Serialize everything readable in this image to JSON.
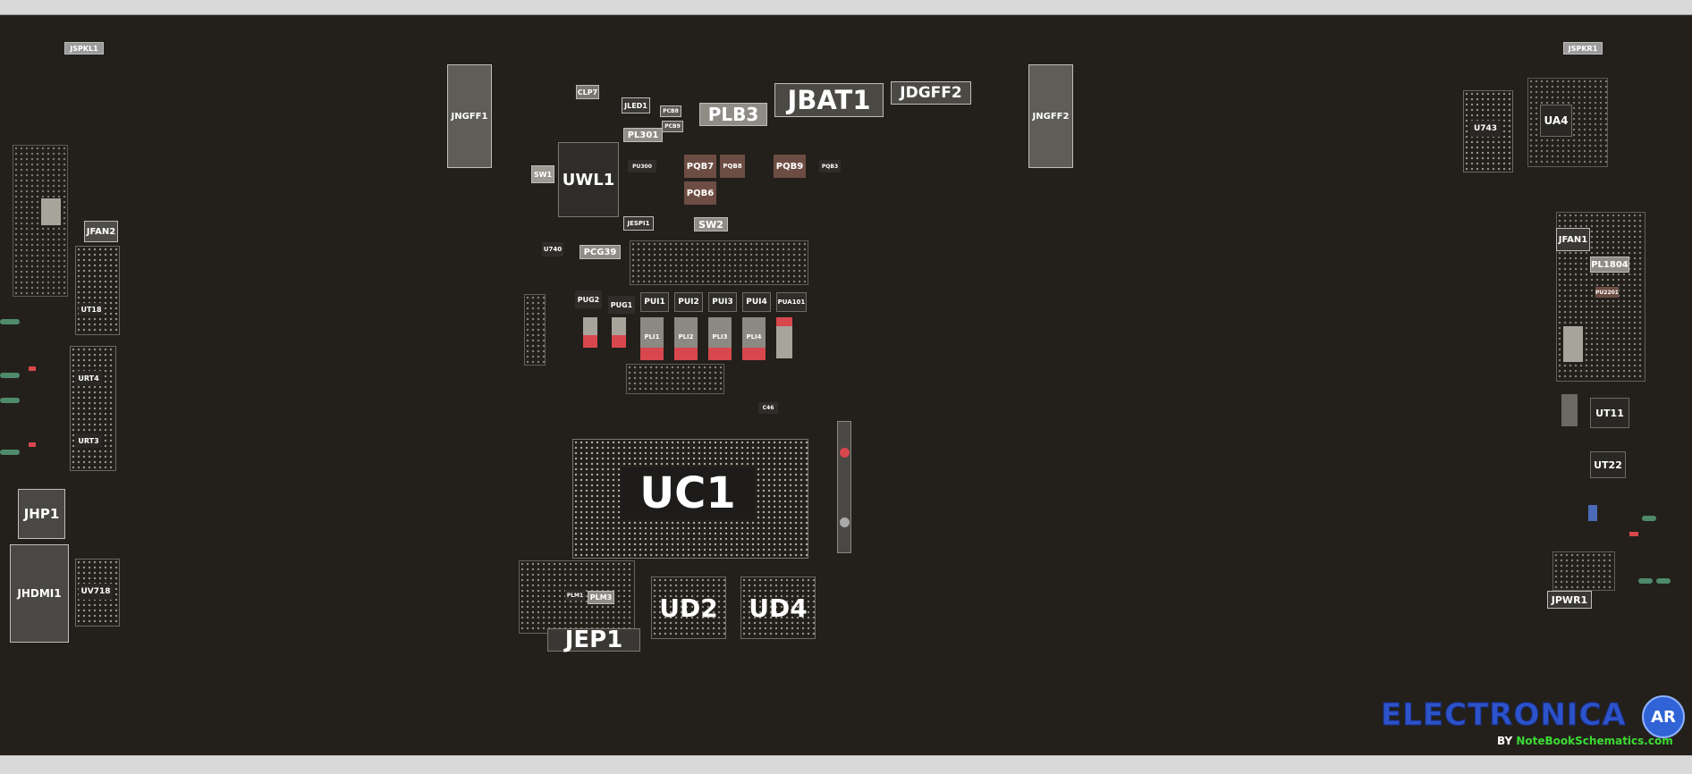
{
  "labels": {
    "JSPKL1": "JSPKL1",
    "JSPKR1": "JSPKR1",
    "JNGFF1": "JNGFF1",
    "JNGFF2": "JNGFF2",
    "CLP7": "CLP7",
    "JLED1": "JLED1",
    "PCB8": "PCB8",
    "PCB9": "PCB9",
    "PLB3": "PLB3",
    "JBAT1": "JBAT1",
    "JDGFF2": "JDGFF2",
    "PL301": "PL301",
    "SW1": "SW1",
    "UWL1": "UWL1",
    "PU300": "PU300",
    "PQB7": "PQB7",
    "PQB8": "PQB8",
    "PQB9": "PQB9",
    "PQB3": "PQB3",
    "PQB6": "PQB6",
    "JESPI1": "JESPI1",
    "SW2": "SW2",
    "U740": "U740",
    "PCG39": "PCG39",
    "PUG2": "PUG2",
    "PUG1": "PUG1",
    "PUI1": "PUI1",
    "PUI2": "PUI2",
    "PUI3": "PUI3",
    "PUI4": "PUI4",
    "PUA101": "PUA101",
    "PLI1": "PLI1",
    "PLI2": "PLI2",
    "PLI3": "PLI3",
    "PLI4": "PLI4",
    "C46": "C46",
    "UC1": "UC1",
    "PLM1": "PLM1",
    "PLM3": "PLM3",
    "UD2": "UD2",
    "UD4": "UD4",
    "JEP1": "JEP1",
    "JFAN2": "JFAN2",
    "UT18": "UT18",
    "URT4": "URT4",
    "URT3": "URT3",
    "JHP1": "JHP1",
    "JHDMI1": "JHDMI1",
    "UV718": "UV718",
    "U743": "U743",
    "UA4": "UA4",
    "JFAN1": "JFAN1",
    "PL1804": "PL1804",
    "PU2201": "PU2201",
    "UT11": "UT11",
    "UT22": "UT22",
    "JPWR1": "JPWR1"
  },
  "logo": {
    "brand": "ELECTRONICA",
    "badge": "AR",
    "by_prefix": "BY",
    "by_site": "NoteBookSchematics.com"
  },
  "colors": {
    "board": "#23201b",
    "pad_red": "#d8474e",
    "label_grey": "#9b9b9b",
    "logo_blue": "#2c53c9",
    "site_green": "#3cdc34"
  }
}
